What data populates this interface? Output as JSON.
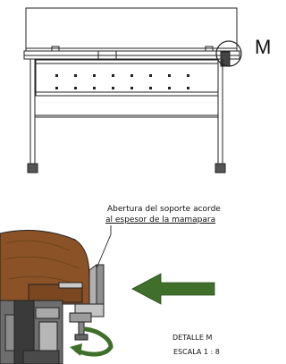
{
  "labels": {
    "detail_marker": "M",
    "note_line_1": "Abertura del soporte acorde",
    "note_line_2": "al espesor de la mamapara",
    "detail_title": "DETALLE M",
    "detail_scale": "ESCALA 1 : 8"
  },
  "colors": {
    "line": "#222222",
    "wood": "#8a5226",
    "wood_dark": "#6b3e1b",
    "metal": "#9a9a9a",
    "metal_dark": "#505050",
    "arrow_green": "#3f6f2a"
  }
}
